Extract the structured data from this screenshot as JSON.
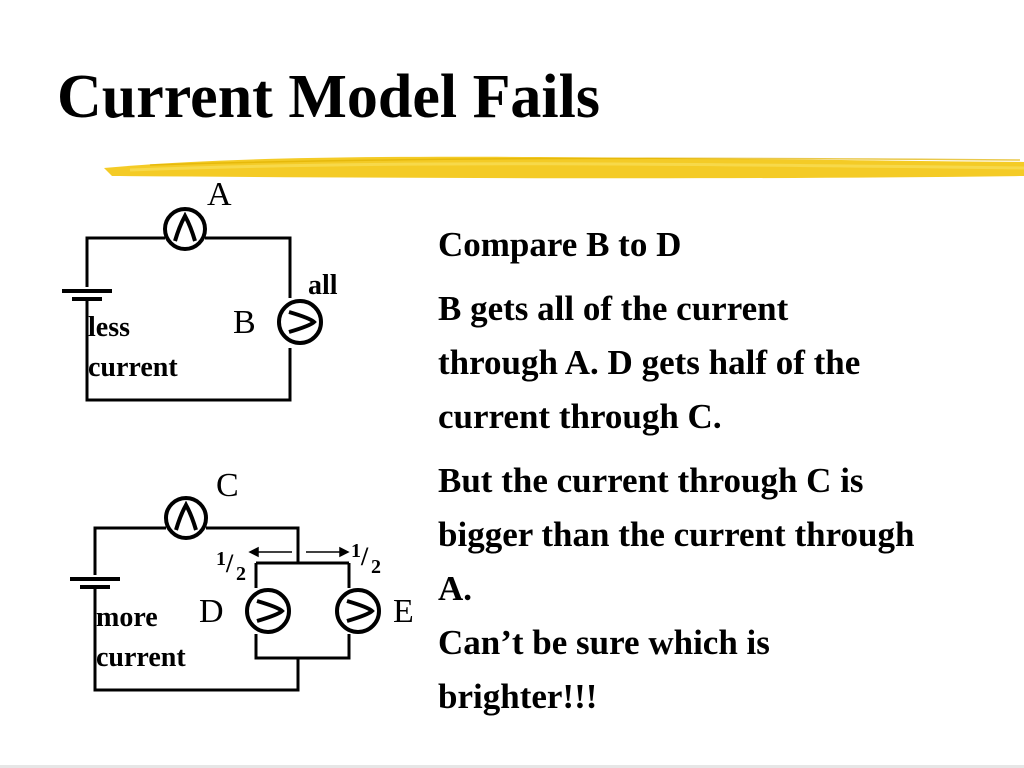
{
  "slide": {
    "title": "Current Model Fails",
    "highlight_color": "#f2c200"
  },
  "circuit_top": {
    "bulb_a_label": "A",
    "bulb_b_label": "B",
    "all_label": "all",
    "battery_caption_line1": "less",
    "battery_caption_line2": "current"
  },
  "circuit_bottom": {
    "bulb_c_label": "C",
    "bulb_d_label": "D",
    "bulb_e_label": "E",
    "half_left_num": "1",
    "half_left_den": "2",
    "half_right_num": "1",
    "half_right_den": "2",
    "battery_caption_line1": "more",
    "battery_caption_line2": "current"
  },
  "text": {
    "heading": "Compare B to D",
    "para1": [
      "B gets all of the current",
      "through A.  D gets half of the",
      "current through C."
    ],
    "para2": [
      "But the current through C is",
      "bigger than the current through",
      "A."
    ],
    "para3": [
      "Can’t be sure which is",
      "brighter!!!"
    ]
  }
}
